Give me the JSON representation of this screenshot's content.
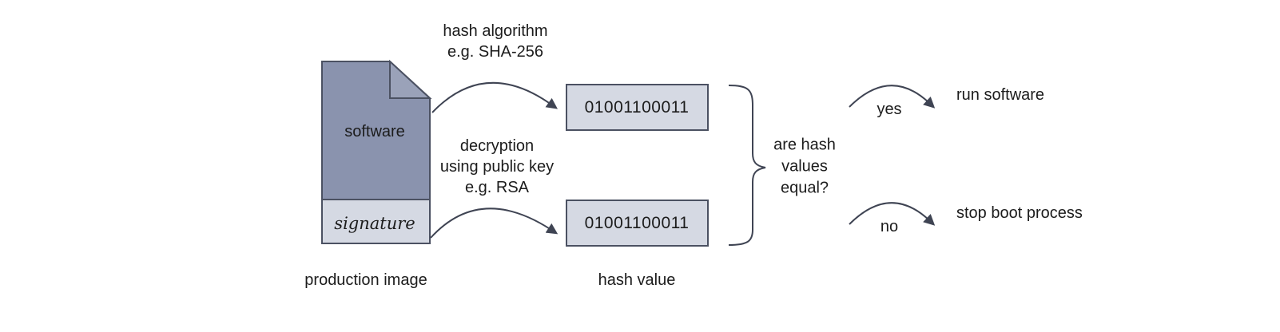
{
  "colors": {
    "document_fill": "#8A93AE",
    "fold_fill": "#9AA2B9",
    "light_fill": "#D5D9E3",
    "shape_stroke": "#4B5162",
    "line": "#3F4453"
  },
  "document": {
    "software_label": "software",
    "signature_label": "signature",
    "caption": "production image"
  },
  "process": {
    "hash_label": "hash algorithm\ne.g. SHA-256",
    "decryption_label": "decryption\nusing public key\ne.g. RSA"
  },
  "hash": {
    "top_value": "01001100011",
    "bottom_value": "01001100011",
    "caption": "hash value"
  },
  "decision": {
    "question": "are hash\nvalues\nequal?",
    "yes_label": "yes",
    "no_label": "no",
    "yes_outcome": "run software",
    "no_outcome": "stop boot process"
  }
}
